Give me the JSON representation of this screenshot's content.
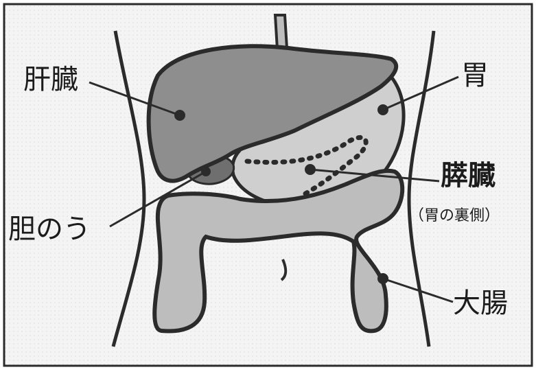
{
  "labels": {
    "liver": "肝臓",
    "stomach": "胃",
    "pancreas": "膵臓",
    "pancreas_note": "（胃の裏側）",
    "gallbladder": "胆のう",
    "large_intestine": "大腸"
  },
  "colors": {
    "frame_outline": "#2b2b2b",
    "liver_fill": "#8e8e8e",
    "stomach_fill": "#cfcfcf",
    "intestine_fill": "#bdbdbd",
    "background_texture": "#ececec",
    "gallbladder_fill": "#6f6f6f"
  }
}
